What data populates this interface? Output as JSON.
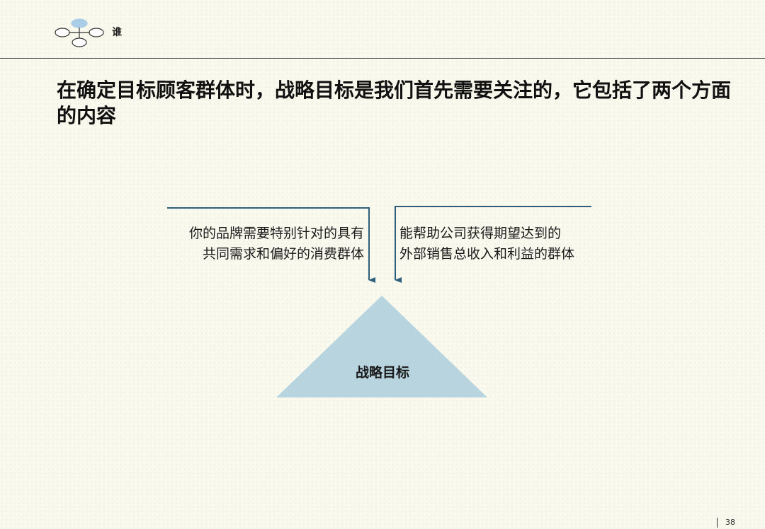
{
  "header": {
    "section_tag": "谁"
  },
  "slide": {
    "headline": "在确定目标顾客群体时，战略目标是我们首先需要关注的，它包括了两个方面的内容"
  },
  "diagram": {
    "left_box": {
      "line1": "你的品牌需要特别针对的具有",
      "line2": "共同需求和偏好的消费群体"
    },
    "right_box": {
      "line1": "能帮助公司获得期望达到的",
      "line2": "外部销售总收入和利益的群体"
    },
    "triangle_label": "战略目标"
  },
  "footer": {
    "page_number": "38"
  },
  "colors": {
    "background": "#faf9ee",
    "accent": "#2f5f7a",
    "triangle_fill": "#b7d4df",
    "logo_highlight": "#a9cde6"
  }
}
